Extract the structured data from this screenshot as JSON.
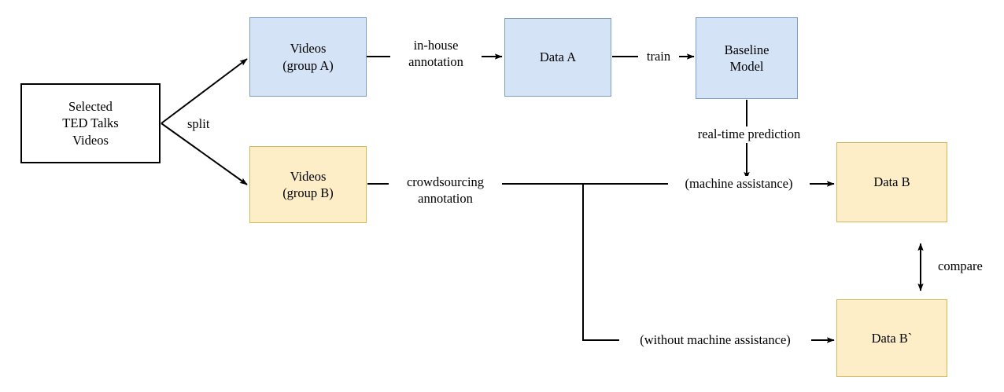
{
  "diagram": {
    "title": "TED Talks annotation pipeline flowchart",
    "colors": {
      "blue_fill": "#d5e3f7",
      "blue_border": "#7f9cc4",
      "yellow_fill": "#fdeec8",
      "yellow_border": "#d6b757",
      "white_fill": "#ffffff",
      "black_stroke": "#000000"
    },
    "nodes": [
      {
        "id": "source",
        "label": "Selected\nTED Talks\nVideos",
        "style": "white"
      },
      {
        "id": "videos_a",
        "label": "Videos\n(group A)",
        "style": "blue"
      },
      {
        "id": "data_a",
        "label": "Data A",
        "style": "blue"
      },
      {
        "id": "baseline",
        "label": "Baseline\nModel",
        "style": "blue"
      },
      {
        "id": "videos_b",
        "label": "Videos\n(group B)",
        "style": "yellow"
      },
      {
        "id": "data_b",
        "label": "Data B",
        "style": "yellow"
      },
      {
        "id": "data_b_prime",
        "label": "Data B`",
        "style": "yellow"
      }
    ],
    "edges": [
      {
        "id": "split_top",
        "from": "source",
        "to": "videos_a",
        "label": "split"
      },
      {
        "id": "split_bottom",
        "from": "source",
        "to": "videos_b",
        "label": ""
      },
      {
        "id": "inhouse",
        "from": "videos_a",
        "to": "data_a",
        "label": "in-house\nannotation"
      },
      {
        "id": "train",
        "from": "data_a",
        "to": "baseline",
        "label": "train"
      },
      {
        "id": "prediction",
        "from": "baseline",
        "to": "data_b",
        "label": "real-time prediction"
      },
      {
        "id": "crowdsourcing",
        "from": "videos_b",
        "to": "junction",
        "label": "crowdsourcing\nannotation"
      },
      {
        "id": "machine_assist",
        "from": "junction",
        "to": "data_b",
        "label": "(machine assistance)"
      },
      {
        "id": "no_machine",
        "from": "junction",
        "to": "data_b_prime",
        "label": "(without machine assistance)"
      },
      {
        "id": "compare",
        "from": "data_b",
        "to": "data_b_prime",
        "label": "compare",
        "bidirectional": true
      }
    ]
  }
}
